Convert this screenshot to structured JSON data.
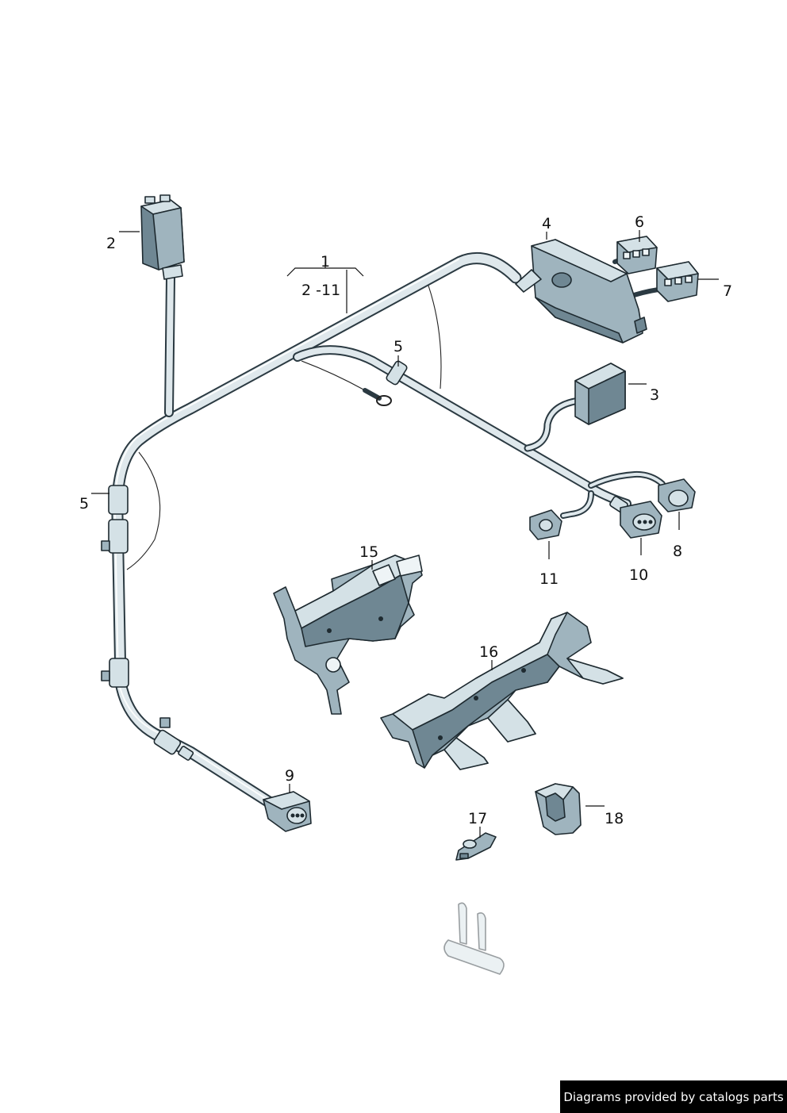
{
  "callouts": {
    "c1": "1",
    "c1_range": "2 -11",
    "c2": "2",
    "c3": "3",
    "c4": "4",
    "c5a": "5",
    "c5b": "5",
    "c6": "6",
    "c7": "7",
    "c8": "8",
    "c9": "9",
    "c10": "10",
    "c11": "11",
    "c15": "15",
    "c16": "16",
    "c17": "17",
    "c18": "18"
  },
  "watermark": "Diagrams provided by catalogs parts",
  "colors": {
    "part_dark": "#6f8793",
    "part_mid": "#9fb4be",
    "part_light": "#d4e1e6",
    "outline": "#1e2a30"
  }
}
